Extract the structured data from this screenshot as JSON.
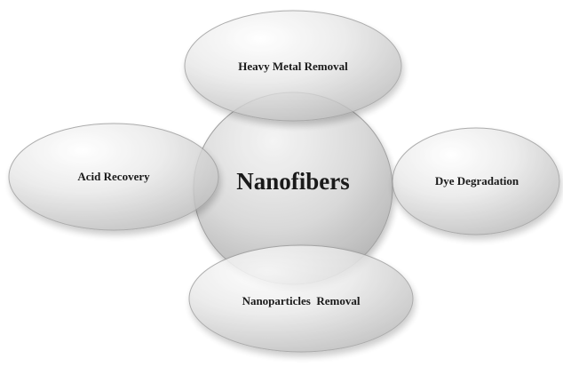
{
  "diagram": {
    "center": {
      "label": "Nanofibers"
    },
    "nodes": [
      {
        "id": "top",
        "label": "Heavy Metal Removal"
      },
      {
        "id": "left",
        "label": "Acid Recovery"
      },
      {
        "id": "right",
        "label": "Dye Degradation"
      },
      {
        "id": "bottom",
        "label": "Nanoparticles  Removal"
      }
    ]
  },
  "colors": {
    "ellipse_edge": "#9b9b9b",
    "ellipse_light": "#ffffff",
    "ellipse_dark": "#b9b9b9",
    "text": "#1a1a1a"
  }
}
